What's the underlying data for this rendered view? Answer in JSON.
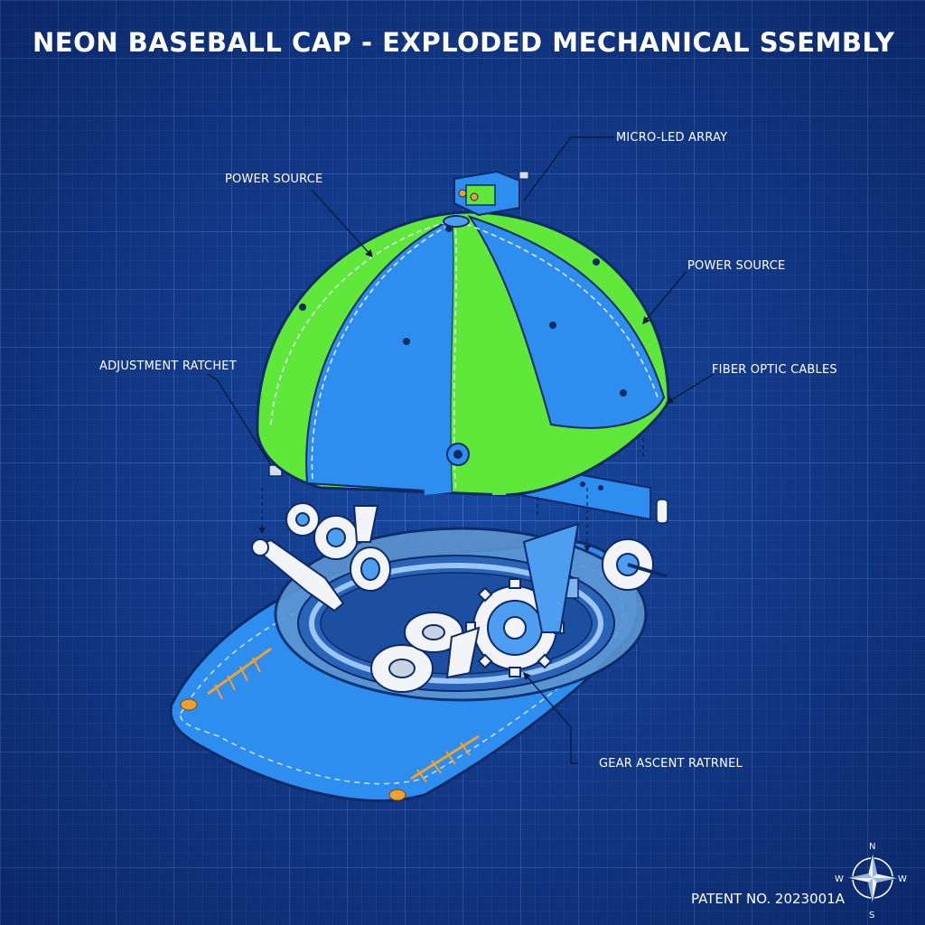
{
  "title": "NEON BASEBALL CAP - EXPLODED MECHANICAL SSEMBLY",
  "callouts": {
    "micro_led_array": "MICRO-LED ARRAY",
    "power_source_left": "POWER SOURCE",
    "power_source_right": "POWER SOURCE",
    "adjustment_ratchet": "ADJUSTMENT RATCHET",
    "fiber_optic_cables": "FIBER OPTIC CABLES",
    "gear_ascent_ratchet": "GEAR ASCENT RATRNEL"
  },
  "patent": "PATENT NO. 2023001A",
  "compass": {
    "n": "N",
    "s": "S",
    "e": "W",
    "w": "W"
  },
  "colors": {
    "background": "#133f94",
    "neon_green": "#5fe83a",
    "panel_blue": "#2d8ef0",
    "gear_white": "#f2f4f7"
  }
}
